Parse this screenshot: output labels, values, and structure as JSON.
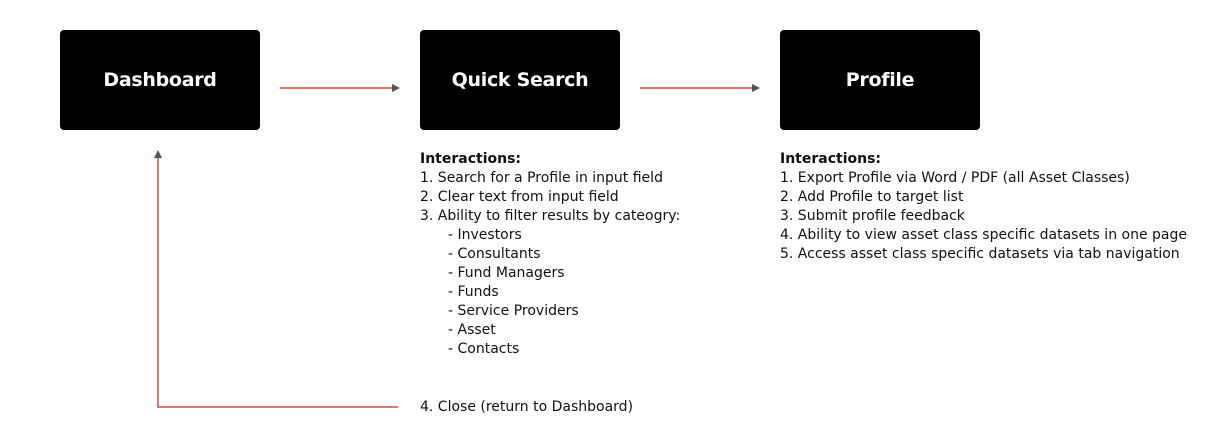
{
  "nodes": {
    "dashboard": "Dashboard",
    "quick_search": "Quick Search",
    "profile": "Profile"
  },
  "quick_search_notes": {
    "title": "Interactions:",
    "items": [
      "1. Search for a Profile in input field",
      "2. Clear text from input field",
      "3. Ability to filter results by cateogry:"
    ],
    "categories": [
      "- Investors",
      "- Consultants",
      "- Fund Managers",
      "- Funds",
      "- Service Providers",
      "- Asset",
      "- Contacts"
    ],
    "close": "4. Close (return to Dashboard)"
  },
  "profile_notes": {
    "title": "Interactions:",
    "items": [
      "1. Export Profile via Word / PDF (all Asset Classes)",
      "2. Add Profile to target list",
      "3. Submit profile feedback",
      "4. Ability to view asset class specific datasets in one page",
      "5. Access asset class specific datasets via tab navigation"
    ]
  },
  "colors": {
    "node_fill": "#000000",
    "node_text": "#ffffff",
    "connector": "#e0463a",
    "arrowhead": "#555555"
  }
}
